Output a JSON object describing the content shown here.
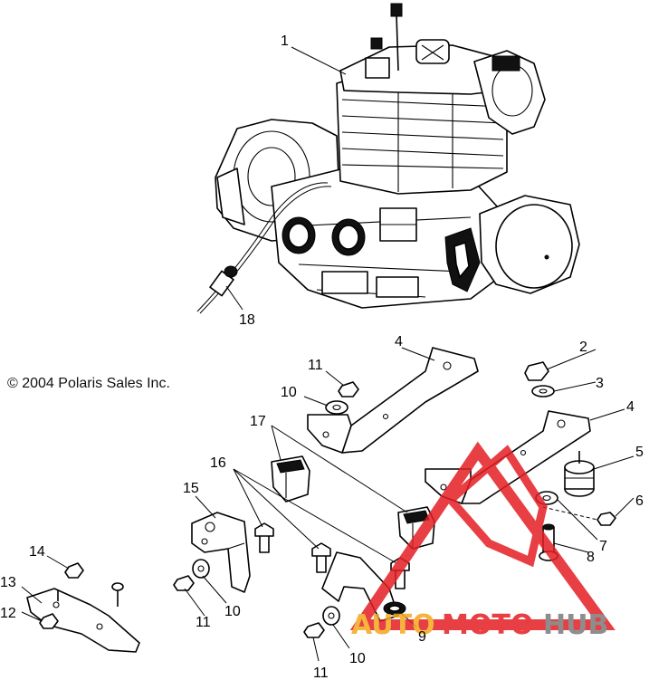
{
  "copyright": "© 2004 Polaris Sales Inc.",
  "watermark": {
    "word_auto": "AUTO",
    "word_moto": "MOTO",
    "word_hub": "HUB",
    "color_red": "#e31e24",
    "color_orange": "#f4a81d",
    "color_gray": "#7a7a7a"
  },
  "callouts": {
    "c1": "1",
    "c2": "2",
    "c3": "3",
    "c4a": "4",
    "c4b": "4",
    "c5": "5",
    "c6": "6",
    "c7": "7",
    "c8": "8",
    "c9": "9",
    "c10a": "10",
    "c10b": "10",
    "c10c": "10",
    "c11a": "11",
    "c11b": "11",
    "c11c": "11",
    "c12": "12",
    "c13": "13",
    "c14": "14",
    "c15": "15",
    "c16": "16",
    "c17": "17",
    "c18": "18"
  }
}
